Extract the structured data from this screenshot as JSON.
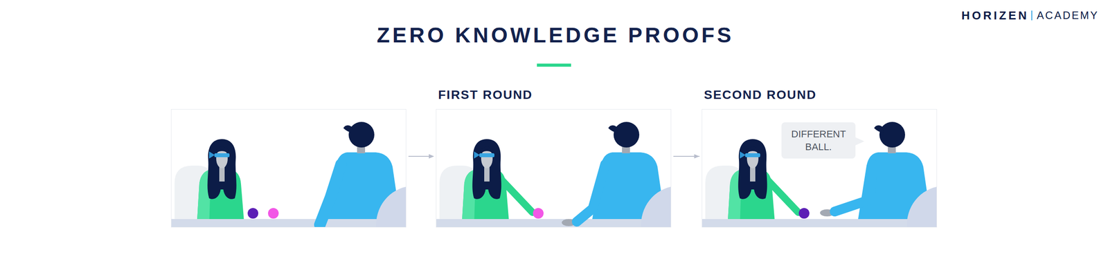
{
  "diagram": {
    "title": "ZERO KNOWLEDGE PROOFS",
    "nodes": [
      {
        "text": [
          "FIRST ROUND"
        ]
      },
      {
        "text": [
          "SECOND ROUND"
        ]
      },
      {
        "text": [
          "DIFFERENT BALL."
        ],
        "in": 1
      }
    ],
    "edges": [
      {
        "from": 0,
        "to": 1,
        "arrow": "to"
      }
    ],
    "labels": [
      "HORIZEN",
      "ACADEMY"
    ]
  }
}
